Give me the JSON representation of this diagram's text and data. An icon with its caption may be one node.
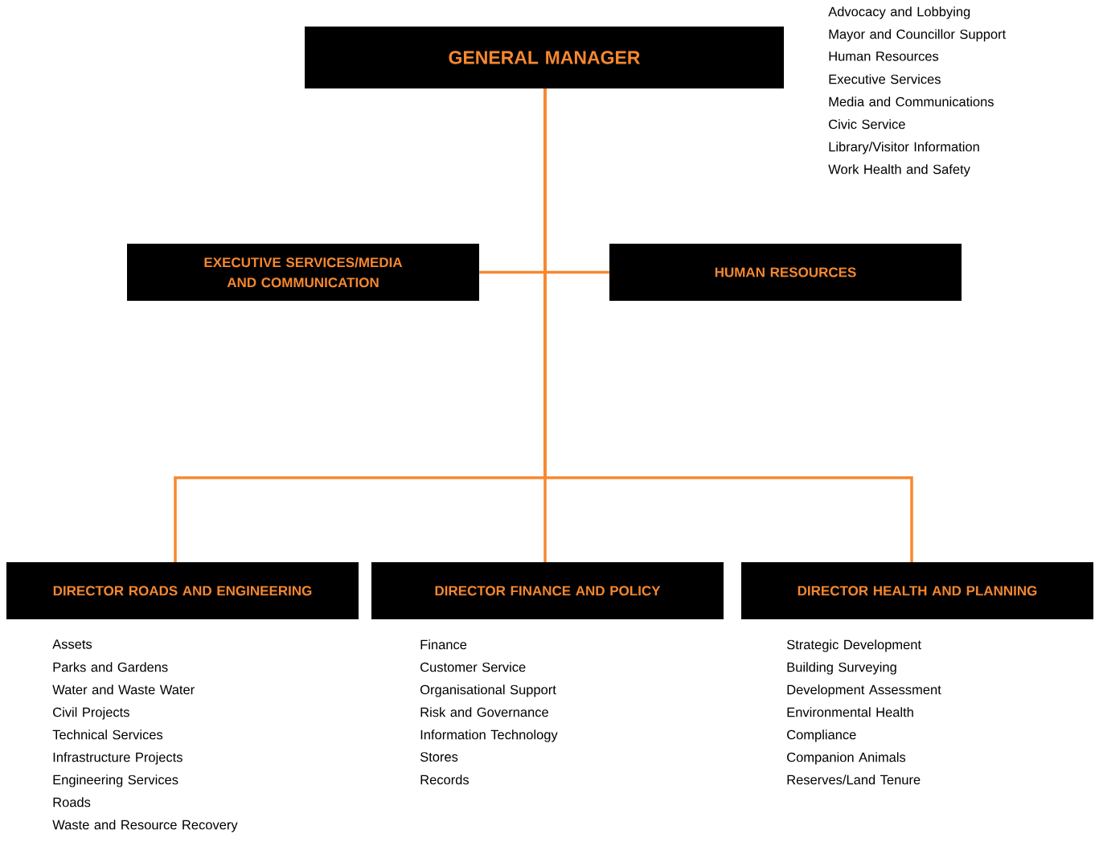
{
  "diagram": {
    "nodes": [
      {
        "text": [
          "GENERAL MANAGER"
        ],
        "beside": [
          "Advocacy and Lobbying",
          "Mayor and Councillor Support",
          "Human Resources",
          "Executive Services",
          "Media and Communications",
          "Civic Service",
          "Library/Visitor Information",
          "Work Health and Safety"
        ]
      },
      {
        "text": [
          "EXECUTIVE SERVICES/MEDIA AND COMMUNICATION"
        ]
      },
      {
        "text": [
          "HUMAN RESOURCES"
        ]
      },
      {
        "text": [
          "DIRECTOR ROADS AND ENGINEERING"
        ],
        "beside": [
          "Assets",
          "Parks and Gardens",
          "Water and Waste Water",
          "Civil Projects",
          "Technical Services",
          "Infrastructure Projects",
          "Engineering Services",
          "Roads",
          "Waste and Resource Recovery"
        ]
      },
      {
        "text": [
          "DIRECTOR FINANCE AND POLICY"
        ],
        "beside": [
          "Finance",
          "Customer Service",
          "Organisational Support",
          "Risk and Governance",
          "Information Technology",
          "Stores",
          "Records"
        ]
      },
      {
        "text": [
          "DIRECTOR HEALTH AND PLANNING"
        ],
        "beside": [
          "Strategic Development",
          "Building Surveying",
          "Development Assessment",
          "Environmental Health",
          "Compliance",
          "Companion Animals",
          "Reserves/Land Tenure"
        ]
      }
    ],
    "edges": [
      {
        "from": 0,
        "to": 1,
        "arrow": "none"
      },
      {
        "from": 0,
        "to": 2,
        "arrow": "none"
      },
      {
        "from": 0,
        "to": 3,
        "arrow": "none"
      },
      {
        "from": 0,
        "to": 4,
        "arrow": "none"
      },
      {
        "from": 0,
        "to": 5,
        "arrow": "none"
      }
    ]
  }
}
